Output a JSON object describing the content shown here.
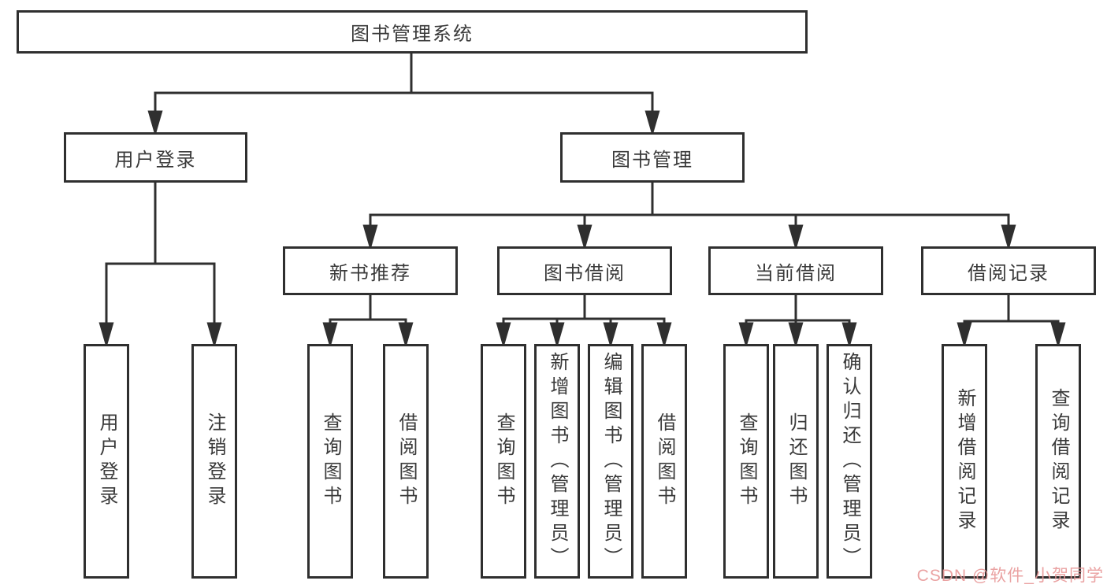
{
  "tree": {
    "root": {
      "label": "图书管理系统"
    },
    "branches": [
      {
        "label": "用户登录",
        "leaves": [
          {
            "label": "用户登录"
          },
          {
            "label": "注销登录"
          }
        ]
      },
      {
        "label": "图书管理",
        "groups": [
          {
            "label": "新书推荐",
            "leaves": [
              {
                "label": "查询图书"
              },
              {
                "label": "借阅图书"
              }
            ]
          },
          {
            "label": "图书借阅",
            "leaves": [
              {
                "label": "查询图书"
              },
              {
                "label": "新增图书（管理员）"
              },
              {
                "label": "编辑图书（管理员）"
              },
              {
                "label": "借阅图书"
              }
            ]
          },
          {
            "label": "当前借阅",
            "leaves": [
              {
                "label": "查询图书"
              },
              {
                "label": "归还图书"
              },
              {
                "label": "确认归还（管理员）"
              }
            ]
          },
          {
            "label": "借阅记录",
            "leaves": [
              {
                "label": "新增借阅记录"
              },
              {
                "label": "查询借阅记录"
              }
            ]
          }
        ]
      }
    ]
  },
  "watermark": {
    "text": "CSDN @软件_小贺同学",
    "color": "#e89898"
  },
  "colors": {
    "line": "#2f2f2f",
    "text": "#3a3a3a",
    "background": "#ffffff"
  }
}
